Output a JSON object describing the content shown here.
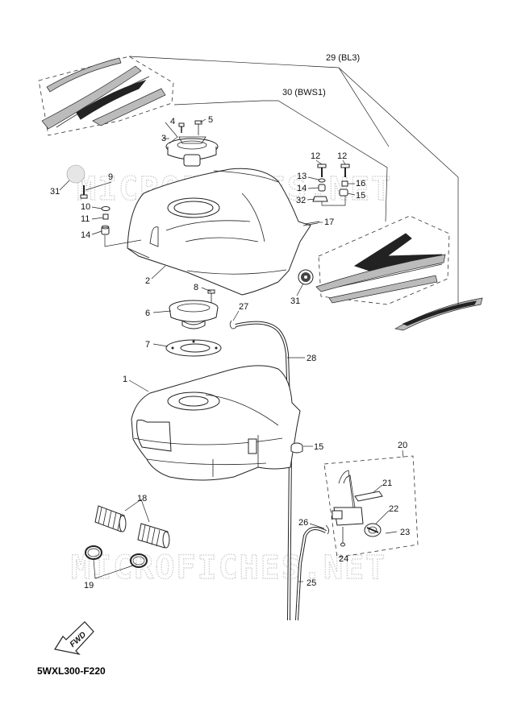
{
  "diagram_code": "5WXL300-F220",
  "watermark": "MICROFICHES.NET",
  "fwd_label": "FWD",
  "labels": {
    "p1": "1",
    "p2": "2",
    "p3": "3",
    "p4": "4",
    "p5": "5",
    "p6": "6",
    "p7": "7",
    "p8": "8",
    "p9": "9",
    "p10": "10",
    "p11": "11",
    "p12a": "12",
    "p12b": "12",
    "p13": "13",
    "p14a": "14",
    "p14b": "14",
    "p15a": "15",
    "p15b": "15",
    "p16": "16",
    "p17": "17",
    "p18": "18",
    "p19": "19",
    "p20": "20",
    "p21": "21",
    "p22": "22",
    "p23": "23",
    "p24": "24",
    "p25": "25",
    "p26": "26",
    "p27": "27",
    "p28": "28",
    "p29": "29 (BL3)",
    "p30": "30 (BWS1)",
    "p31a": "31",
    "p31b": "31",
    "p32": "32"
  }
}
